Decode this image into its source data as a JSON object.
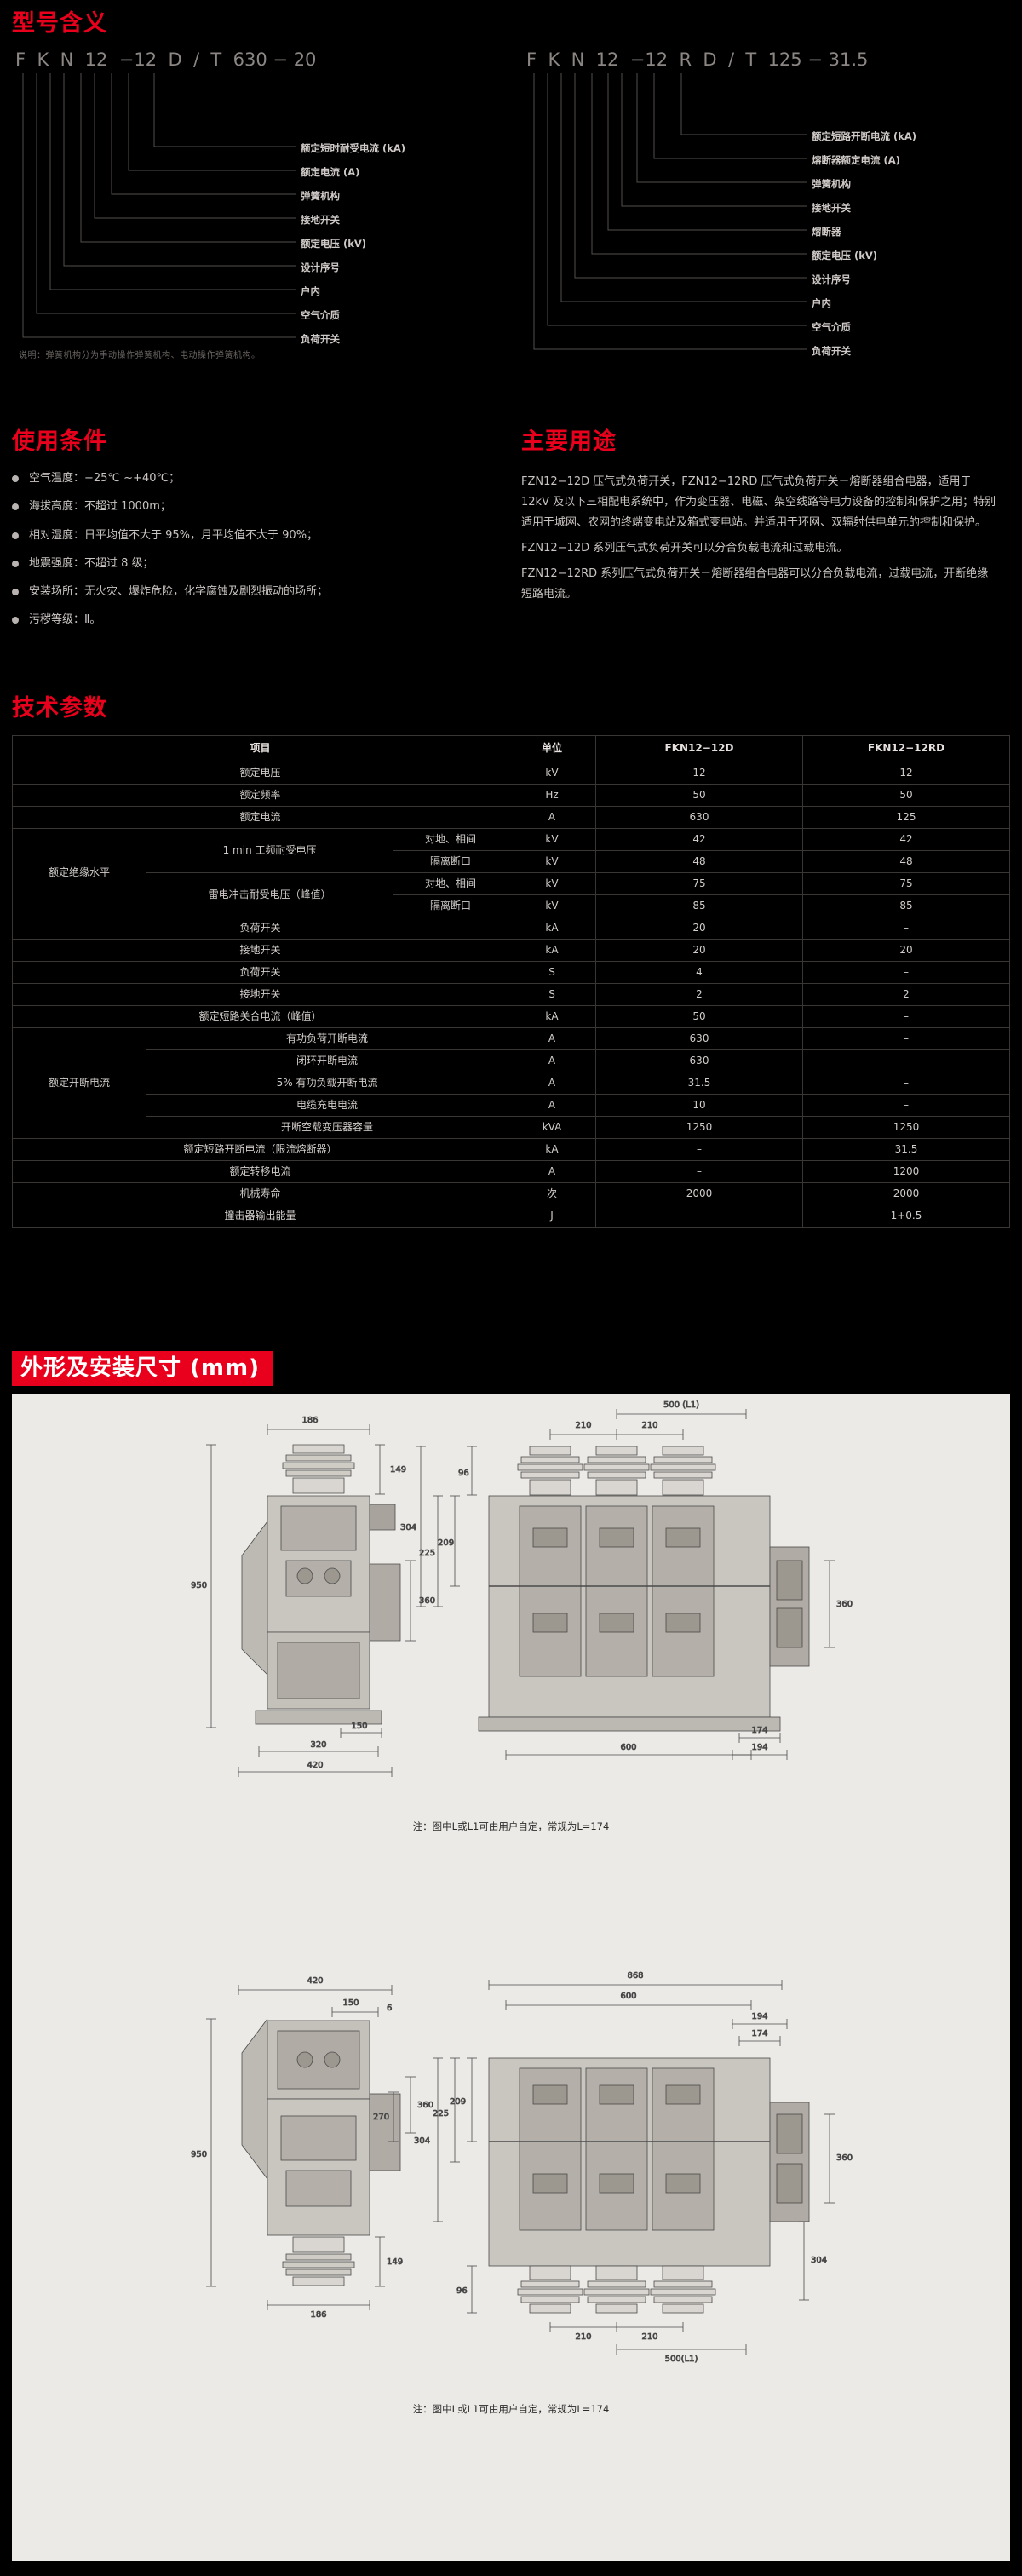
{
  "sections": {
    "model_meaning": "型号含义",
    "usage_conditions": "使用条件",
    "main_uses": "主要用途",
    "tech_params": "技术参数",
    "dimensions": "外形及安装尺寸 (mm)"
  },
  "model_left": {
    "code_parts": [
      "F",
      "K",
      "N",
      "12",
      "−12",
      "D",
      "/",
      "T",
      "630",
      "−",
      "20"
    ],
    "labels": [
      "额定短时耐受电流 (kA)",
      "额定电流 (A)",
      "弹簧机构",
      "接地开关",
      "额定电压 (kV)",
      "设计序号",
      "户内",
      "空气介质",
      "负荷开关"
    ]
  },
  "model_right": {
    "code_parts": [
      "F",
      "K",
      "N",
      "12",
      "−12",
      "R",
      "D",
      "/",
      "T",
      "125",
      "−",
      "31.5"
    ],
    "labels": [
      "额定短路开断电流 (kA)",
      "熔断器额定电流 (A)",
      "弹簧机构",
      "接地开关",
      "熔断器",
      "额定电压 (kV)",
      "设计序号",
      "户内",
      "空气介质",
      "负荷开关"
    ]
  },
  "note": "说明：弹簧机构分为手动操作弹簧机构、电动操作弹簧机构。",
  "conditions": [
    "空气温度：−25℃ ~+40℃；",
    "海拔高度：不超过 1000m；",
    "相对湿度：日平均值不大于 95%，月平均值不大于 90%；",
    "地震强度：不超过 8 级；",
    "安装场所：无火灾、爆炸危险，化学腐蚀及剧烈振动的场所；",
    "污秽等级：Ⅱ。"
  ],
  "uses": [
    "FZN12−12D 压气式负荷开关，FZN12−12RD 压气式负荷开关－熔断器组合电器，适用于 12kV 及以下三相配电系统中，作为变压器、电磁、架空线路等电力设备的控制和保护之用；特别适用于城网、农网的终端变电站及箱式变电站。并适用于环网、双辐射供电单元的控制和保护。",
    "FZN12−12D 系列压气式负荷开关可以分合负载电流和过载电流。",
    "FZN12−12RD 系列压气式负荷开关－熔断器组合电器可以分合负载电流，过载电流，开断绝缘短路电流。"
  ],
  "spec_table": {
    "headers": [
      "项目",
      "单位",
      "FKN12−12D",
      "FKN12−12RD"
    ],
    "rows": [
      {
        "cells": [
          {
            "t": "额定电压",
            "cs": 1,
            "g": "item"
          },
          {
            "t": "kV"
          },
          {
            "t": "12"
          },
          {
            "t": "12"
          }
        ]
      },
      {
        "cells": [
          {
            "t": "额定频率",
            "cs": 1,
            "g": "item"
          },
          {
            "t": "Hz"
          },
          {
            "t": "50"
          },
          {
            "t": "50"
          }
        ]
      },
      {
        "cells": [
          {
            "t": "额定电流",
            "cs": 1,
            "g": "item"
          },
          {
            "t": "A"
          },
          {
            "t": "630"
          },
          {
            "t": "125"
          }
        ]
      },
      {
        "cells": [
          {
            "t": "额定绝缘水平"
          },
          {
            "t": "1 min 工频耐受电压"
          },
          {
            "t": "对地、相间"
          },
          {
            "t": "kV"
          },
          {
            "t": "42"
          },
          {
            "t": "42"
          }
        ]
      },
      {
        "cells": [
          {
            "t": "隔离断口"
          },
          {
            "t": "kV"
          },
          {
            "t": "48"
          },
          {
            "t": "48"
          }
        ]
      },
      {
        "cells": [
          {
            "t": "雷电冲击耐受电压（峰值）"
          },
          {
            "t": "对地、相间"
          },
          {
            "t": "kV"
          },
          {
            "t": "75"
          },
          {
            "t": "75"
          }
        ]
      },
      {
        "cells": [
          {
            "t": "隔离断口"
          },
          {
            "t": "kV"
          },
          {
            "t": "85"
          },
          {
            "t": "85"
          }
        ]
      },
      {
        "cells": [
          {
            "t": "负荷开关"
          },
          {
            "t": "kA"
          },
          {
            "t": "20"
          },
          {
            "t": "–"
          }
        ]
      },
      {
        "cells": [
          {
            "t": "接地开关"
          },
          {
            "t": "kA"
          },
          {
            "t": "20"
          },
          {
            "t": "20"
          }
        ]
      },
      {
        "cells": [
          {
            "t": "负荷开关"
          },
          {
            "t": "S"
          },
          {
            "t": "4"
          },
          {
            "t": "–"
          }
        ]
      },
      {
        "cells": [
          {
            "t": "接地开关"
          },
          {
            "t": "S"
          },
          {
            "t": "2"
          },
          {
            "t": "2"
          }
        ]
      },
      {
        "cells": [
          {
            "t": "额定短路关合电流（峰值）"
          },
          {
            "t": "kA"
          },
          {
            "t": "50"
          },
          {
            "t": "–"
          }
        ]
      },
      {
        "cells": [
          {
            "t": "额定开断电流"
          },
          {
            "t": "有功负荷开断电流"
          },
          {
            "t": "A"
          },
          {
            "t": "630"
          },
          {
            "t": "–"
          }
        ]
      },
      {
        "cells": [
          {
            "t": "闭环开断电流"
          },
          {
            "t": "A"
          },
          {
            "t": "630"
          },
          {
            "t": "–"
          }
        ]
      },
      {
        "cells": [
          {
            "t": "5% 有功负载开断电流"
          },
          {
            "t": "A"
          },
          {
            "t": "31.5"
          },
          {
            "t": "–"
          }
        ]
      },
      {
        "cells": [
          {
            "t": "电缆充电电流"
          },
          {
            "t": "A"
          },
          {
            "t": "10"
          },
          {
            "t": "–"
          }
        ]
      },
      {
        "cells": [
          {
            "t": "开断空载变压器容量"
          },
          {
            "t": "kVA"
          },
          {
            "t": "1250"
          },
          {
            "t": "1250"
          }
        ]
      },
      {
        "cells": [
          {
            "t": "额定短路开断电流（限流熔断器）"
          },
          {
            "t": "kA"
          },
          {
            "t": "–"
          },
          {
            "t": "31.5"
          }
        ]
      },
      {
        "cells": [
          {
            "t": "额定转移电流"
          },
          {
            "t": "A"
          },
          {
            "t": "–"
          },
          {
            "t": "1200"
          }
        ]
      },
      {
        "cells": [
          {
            "t": "机械寿命"
          },
          {
            "t": "次"
          },
          {
            "t": "2000"
          },
          {
            "t": "2000"
          }
        ]
      },
      {
        "cells": [
          {
            "t": "撞击器输出能量"
          },
          {
            "t": "J"
          },
          {
            "t": "–"
          },
          {
            "t": "1+0.5"
          }
        ]
      }
    ]
  },
  "spec_rows_flat": [
    {
      "l1": "额定电压",
      "l2": "",
      "l3": "",
      "unit": "kV",
      "d": "12",
      "rd": "12"
    },
    {
      "l1": "额定频率",
      "l2": "",
      "l3": "",
      "unit": "Hz",
      "d": "50",
      "rd": "50"
    },
    {
      "l1": "额定电流",
      "l2": "",
      "l3": "",
      "unit": "A",
      "d": "630",
      "rd": "125"
    },
    {
      "l1": "额定绝缘水平",
      "l2": "1 min 工频耐受电压",
      "l3": "对地、相间",
      "unit": "kV",
      "d": "42",
      "rd": "42"
    },
    {
      "l1": "",
      "l2": "",
      "l3": "隔离断口",
      "unit": "kV",
      "d": "48",
      "rd": "48"
    },
    {
      "l1": "",
      "l2": "雷电冲击耐受电压（峰值）",
      "l3": "对地、相间",
      "unit": "kV",
      "d": "75",
      "rd": "75"
    },
    {
      "l1": "",
      "l2": "",
      "l3": "隔离断口",
      "unit": "kV",
      "d": "85",
      "rd": "85"
    },
    {
      "l1": "负荷开关",
      "l2": "",
      "l3": "",
      "unit": "kA",
      "d": "20",
      "rd": "–"
    },
    {
      "l1": "接地开关",
      "l2": "",
      "l3": "",
      "unit": "kA",
      "d": "20",
      "rd": "20"
    },
    {
      "l1": "负荷开关",
      "l2": "",
      "l3": "",
      "unit": "S",
      "d": "4",
      "rd": "–"
    },
    {
      "l1": "接地开关",
      "l2": "",
      "l3": "",
      "unit": "S",
      "d": "2",
      "rd": "2"
    },
    {
      "l1": "额定短路关合电流（峰值）",
      "l2": "",
      "l3": "",
      "unit": "kA",
      "d": "50",
      "rd": "–"
    },
    {
      "l1": "额定开断电流",
      "l2": "有功负荷开断电流",
      "l3": "",
      "unit": "A",
      "d": "630",
      "rd": "–"
    },
    {
      "l1": "",
      "l2": "闭环开断电流",
      "l3": "",
      "unit": "A",
      "d": "630",
      "rd": "–"
    },
    {
      "l1": "",
      "l2": "5% 有功负载开断电流",
      "l3": "",
      "unit": "A",
      "d": "31.5",
      "rd": "–"
    },
    {
      "l1": "",
      "l2": "电缆充电电流",
      "l3": "",
      "unit": "A",
      "d": "10",
      "rd": "–"
    },
    {
      "l1": "",
      "l2": "开断空载变压器容量",
      "l3": "",
      "unit": "kVA",
      "d": "1250",
      "rd": "1250"
    },
    {
      "l1": "额定短路开断电流（限流熔断器）",
      "l2": "",
      "l3": "",
      "unit": "kA",
      "d": "–",
      "rd": "31.5"
    },
    {
      "l1": "额定转移电流",
      "l2": "",
      "l3": "",
      "unit": "A",
      "d": "–",
      "rd": "1200"
    },
    {
      "l1": "机械寿命",
      "l2": "",
      "l3": "",
      "unit": "次",
      "d": "2000",
      "rd": "2000"
    },
    {
      "l1": "撞击器输出能量",
      "l2": "",
      "l3": "",
      "unit": "J",
      "d": "–",
      "rd": "1+0.5"
    }
  ],
  "figure1": {
    "caption": "注：图中L或L1可由用户自定，常规为L=174",
    "dims": [
      "186",
      "149",
      "950",
      "360",
      "150",
      "320",
      "420",
      "500 (L1)",
      "210",
      "210",
      "96",
      "209",
      "225",
      "304",
      "360",
      "174",
      "194",
      "600"
    ]
  },
  "figure2": {
    "caption": "注：图中L或L1可由用户自定，常规为L=174",
    "dims": [
      "420",
      "150",
      "6",
      "868",
      "600",
      "194",
      "174",
      "360",
      "270",
      "360",
      "950",
      "209",
      "225",
      "304",
      "96",
      "149",
      "186",
      "210",
      "210",
      "500(L1)",
      "304"
    ]
  },
  "colors": {
    "accent": "#e8001c",
    "background": "#000000",
    "drawing_bg": "#eceae6",
    "text": "#c9c4c1"
  }
}
